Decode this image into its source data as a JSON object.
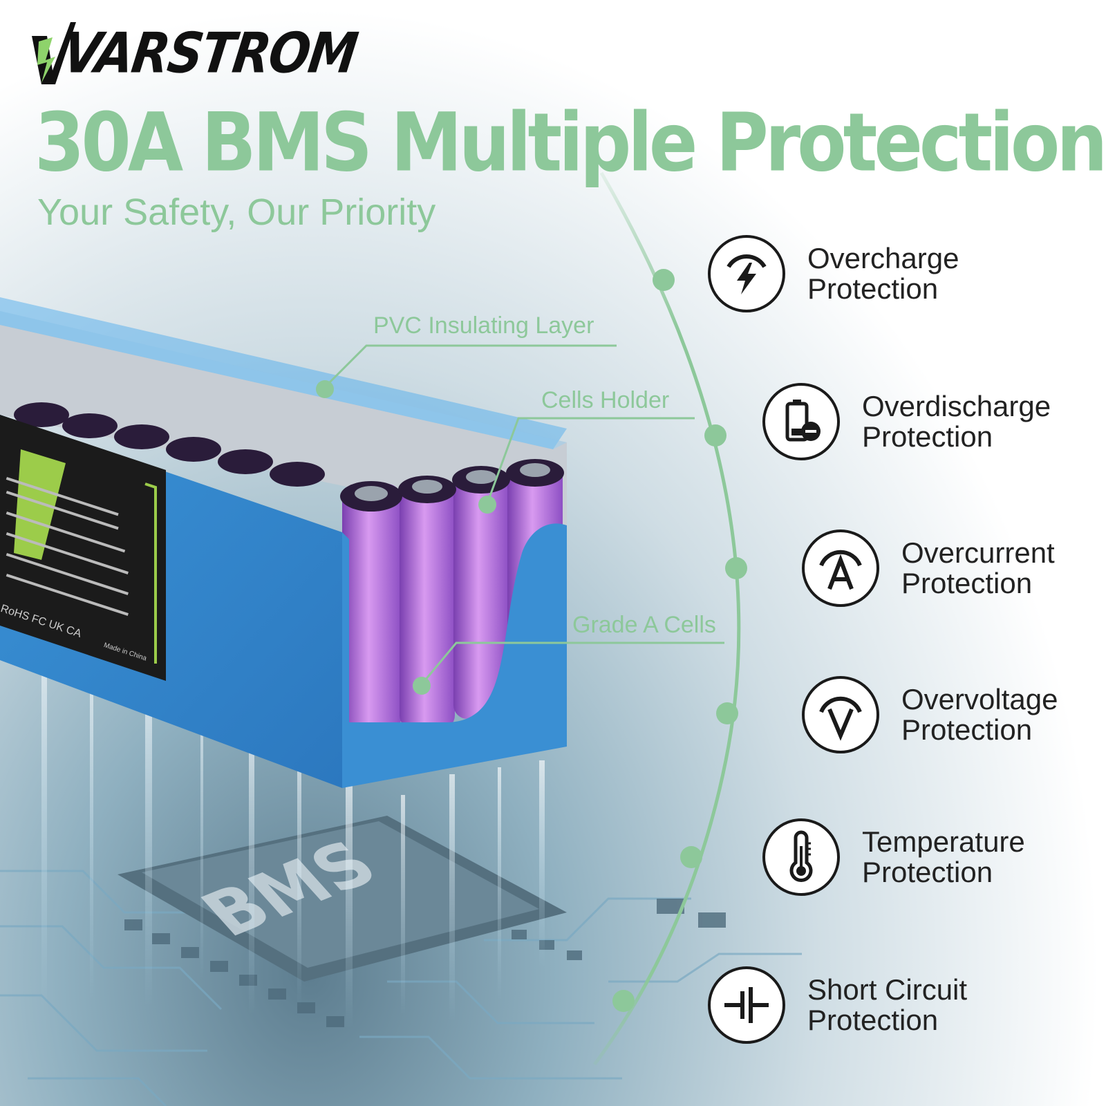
{
  "brand": {
    "name": "VARSTROM"
  },
  "headline": "30A BMS Multiple Protection",
  "subheadline": "Your Safety, Our Priority",
  "callouts": [
    {
      "id": "pvc",
      "label": "PVC Insulating Layer"
    },
    {
      "id": "holder",
      "label": "Cells Holder"
    },
    {
      "id": "cells",
      "label": "Grade A Cells"
    }
  ],
  "chip_label": "BMS",
  "battery_sticker": {
    "compliance": "RoHS FC UK CA",
    "origin": "Made in China"
  },
  "features": [
    {
      "line1": "Overcharge",
      "line2": "Protection",
      "icon": "charging-bolt-icon"
    },
    {
      "line1": "Overdischarge",
      "line2": "Protection",
      "icon": "low-battery-icon"
    },
    {
      "line1": "Overcurrent",
      "line2": "Protection",
      "icon": "ampere-icon"
    },
    {
      "line1": "Overvoltage",
      "line2": "Protection",
      "icon": "voltage-icon"
    },
    {
      "line1": "Temperature",
      "line2": "Protection",
      "icon": "thermometer-icon"
    },
    {
      "line1": "Short Circuit",
      "line2": "Protection",
      "icon": "short-circuit-icon"
    }
  ],
  "colors": {
    "accent_green": "#8dc89a",
    "icon_dark": "#1a1a1a",
    "case_blue": "#2f86cc",
    "cell_purple": "#b06ad6"
  }
}
